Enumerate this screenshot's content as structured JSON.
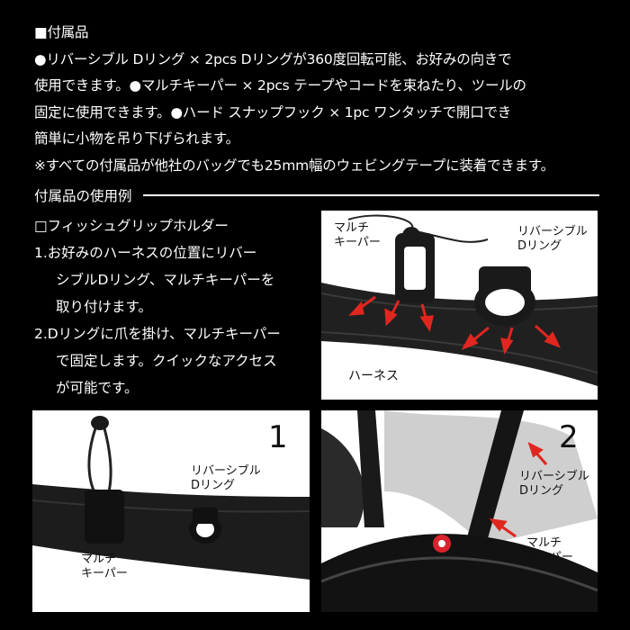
{
  "intro": {
    "heading": "■付属品",
    "lines": [
      "●リバーシブル Dリング × 2pcs Dリングが360度回転可能、お好みの向きで",
      "使用できます。●マルチキーパー × 2pcs テープやコードを束ねたり、ツールの",
      "固定に使用できます。●ハード スナップフック × 1pc ワンタッチで開口でき",
      "簡単に小物を吊り下げられます。",
      "※すべての付属品が他社のバッグでも25mm幅のウェビングテープに装着できます。"
    ]
  },
  "usage": {
    "section_title": "付属品の使用例",
    "subtitle": "□フィッシュグリップホルダー",
    "lines": [
      "1.お好みのハーネスの位置にリバー",
      "シブルDリング、マルチキーパーを",
      "取り付けます。",
      "2.Dリングに爪を掛け、マルチキーパー",
      "で固定します。クイックなアクセス",
      "が可能です。"
    ]
  },
  "photos": {
    "top": {
      "label_multi": "マルチ\nキーパー",
      "label_dring": "リバーシブル\nDリング",
      "label_harness": "ハーネス"
    },
    "one": {
      "number": "1",
      "label_dring": "リバーシブル\nDリング",
      "label_multi": "マルチ\nキーパー"
    },
    "two": {
      "number": "2",
      "label_dring": "リバーシブル\nDリング",
      "label_multi": "マルチ\nキーパー"
    }
  },
  "colors": {
    "background": "#000000",
    "text": "#ffffff",
    "arrow": "#e0261f",
    "accent_knob": "#d9232d"
  }
}
